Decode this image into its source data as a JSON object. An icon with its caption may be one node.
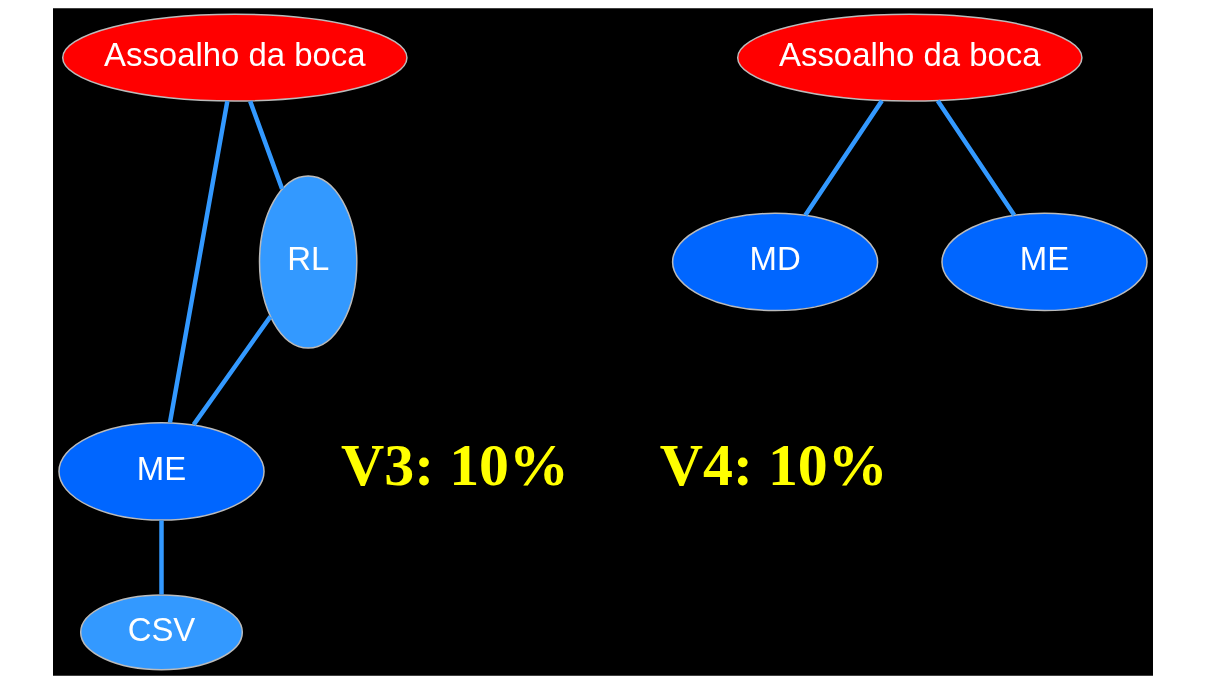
{
  "diagram": {
    "nodes": [
      {
        "text": [
          "Assoalho da boca"
        ]
      },
      {
        "text": [
          "ME"
        ]
      },
      {
        "text": [
          "RL"
        ]
      },
      {
        "text": [
          "CSV"
        ]
      },
      {
        "text": [
          "Assoalho da boca"
        ]
      },
      {
        "text": [
          "MD"
        ]
      },
      {
        "text": [
          "ME"
        ]
      }
    ],
    "edges": [
      {
        "from": 0,
        "to": 2,
        "arrow": "none"
      },
      {
        "from": 0,
        "to": 1,
        "arrow": "none"
      },
      {
        "from": 2,
        "to": 1,
        "arrow": "none"
      },
      {
        "from": 1,
        "to": 3,
        "arrow": "none"
      },
      {
        "from": 4,
        "to": 5,
        "arrow": "none"
      },
      {
        "from": 4,
        "to": 6,
        "arrow": "none"
      }
    ],
    "labels": [
      "V3: 10%",
      "V4: 10%"
    ]
  }
}
